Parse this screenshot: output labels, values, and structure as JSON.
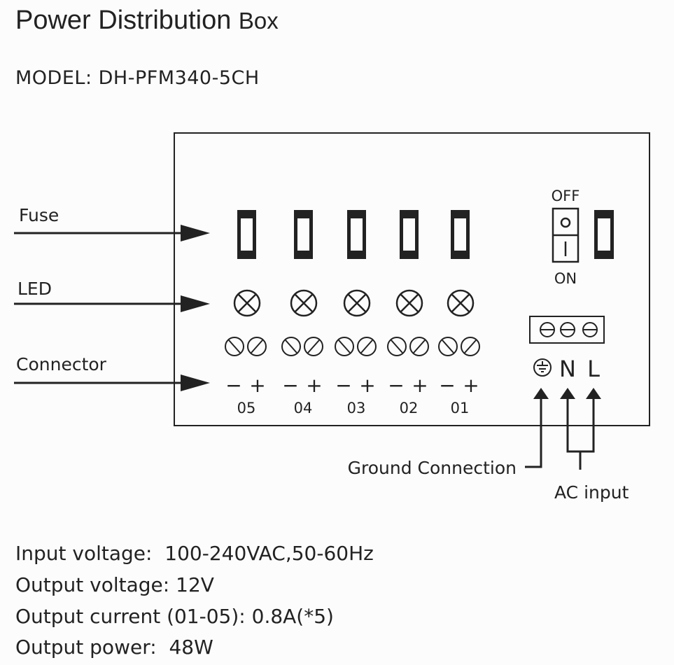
{
  "title": {
    "main": "Power Distribution",
    "suffix": "Box"
  },
  "model": "MODEL: DH-PFM340-5CH",
  "callouts": {
    "fuse": "Fuse",
    "led": "LED",
    "connector": "Connector",
    "ground": "Ground Connection",
    "ac_input": "AC input"
  },
  "switch": {
    "off": "OFF",
    "on": "ON",
    "off_symbol": "O",
    "on_symbol": "I"
  },
  "ac_terminals": {
    "n": "N",
    "l": "L"
  },
  "polarity": {
    "minus": "−",
    "plus": "+"
  },
  "channels": [
    "05",
    "04",
    "03",
    "02",
    "01"
  ],
  "specs": [
    {
      "label": "Input voltage:",
      "value": "100-240VAC,50-60Hz"
    },
    {
      "label": "Output voltage:",
      "value": "12V"
    },
    {
      "label": "Output current (01-05):",
      "value": "0.8A(*5)"
    },
    {
      "label": "Output power:",
      "value": "48W"
    }
  ],
  "colors": {
    "ink": "#222222",
    "background": "#fcfcfc"
  }
}
